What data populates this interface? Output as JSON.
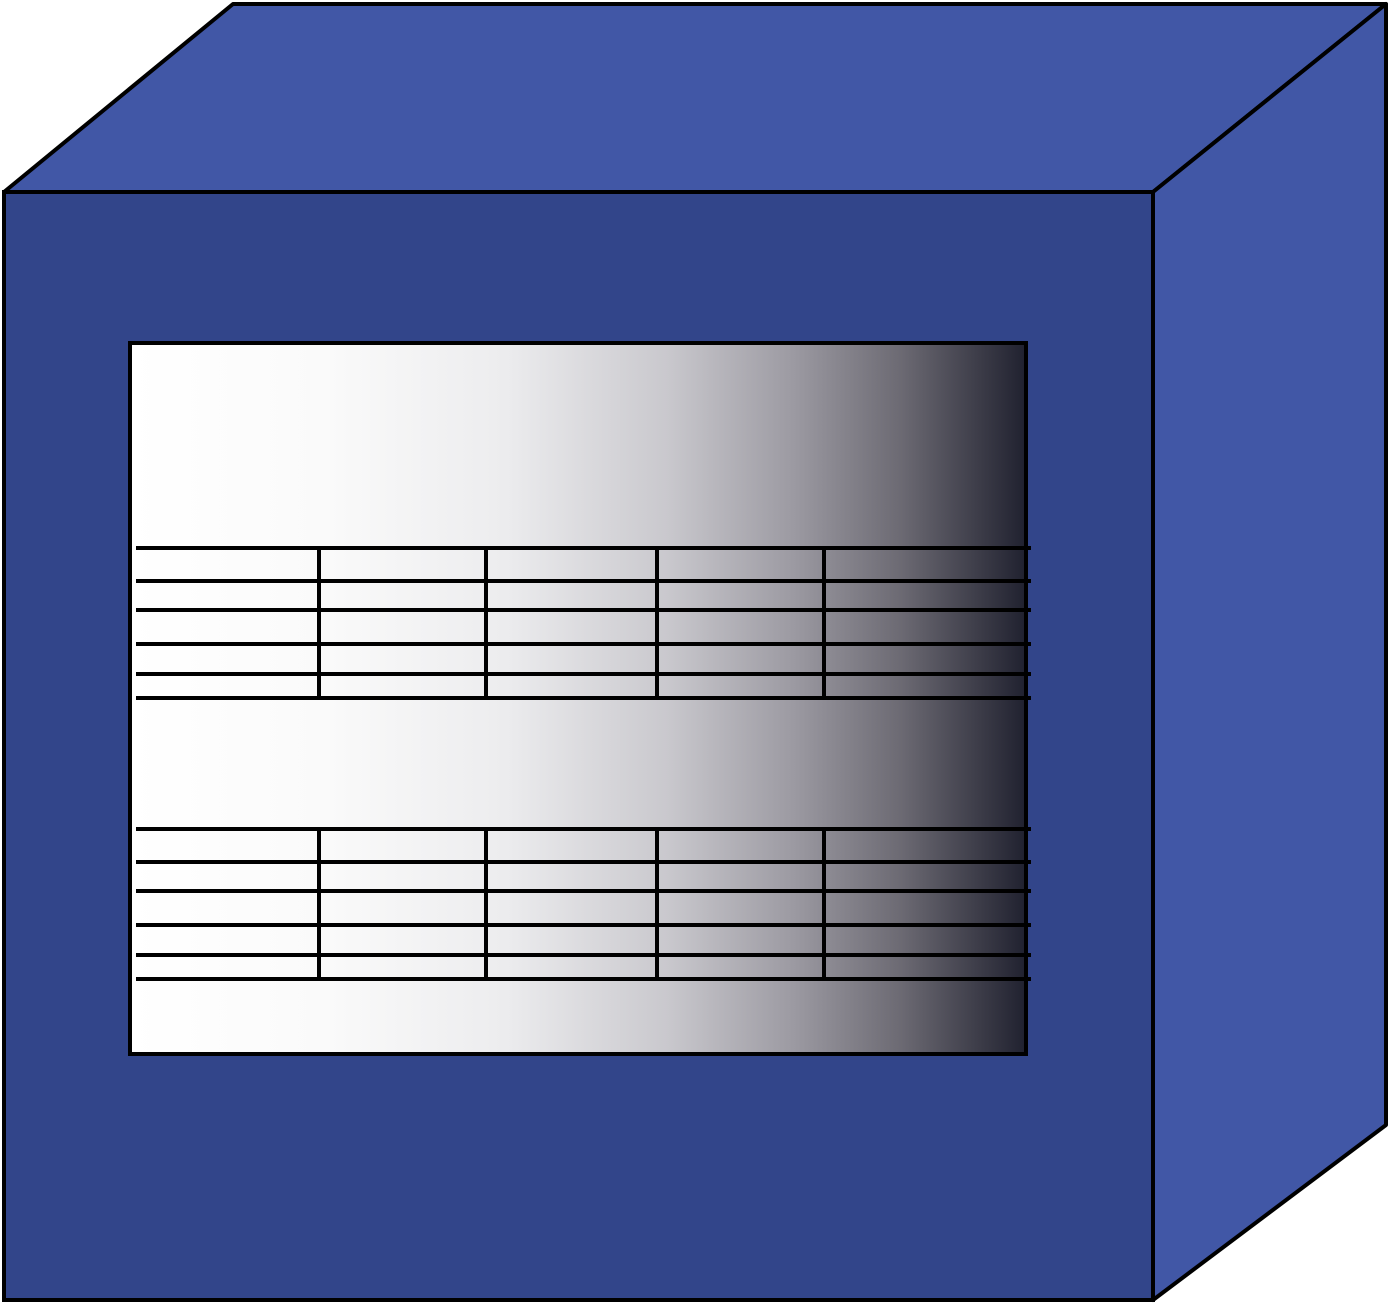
{
  "colors": {
    "background": "#ffffff",
    "cube_top": "#4157a6",
    "cube_side": "#4157a6",
    "cube_front": "#32458a",
    "outline": "#000000",
    "panel_gradient": [
      "#ffffff",
      "#fafafa",
      "#ececee",
      "#c9c8cd",
      "#9c9aa2",
      "#6c6a73",
      "#20212f"
    ]
  },
  "icon": "database-cube-icon",
  "tables": [
    {
      "columns": 5,
      "rows": 5
    },
    {
      "columns": 5,
      "rows": 5
    }
  ]
}
